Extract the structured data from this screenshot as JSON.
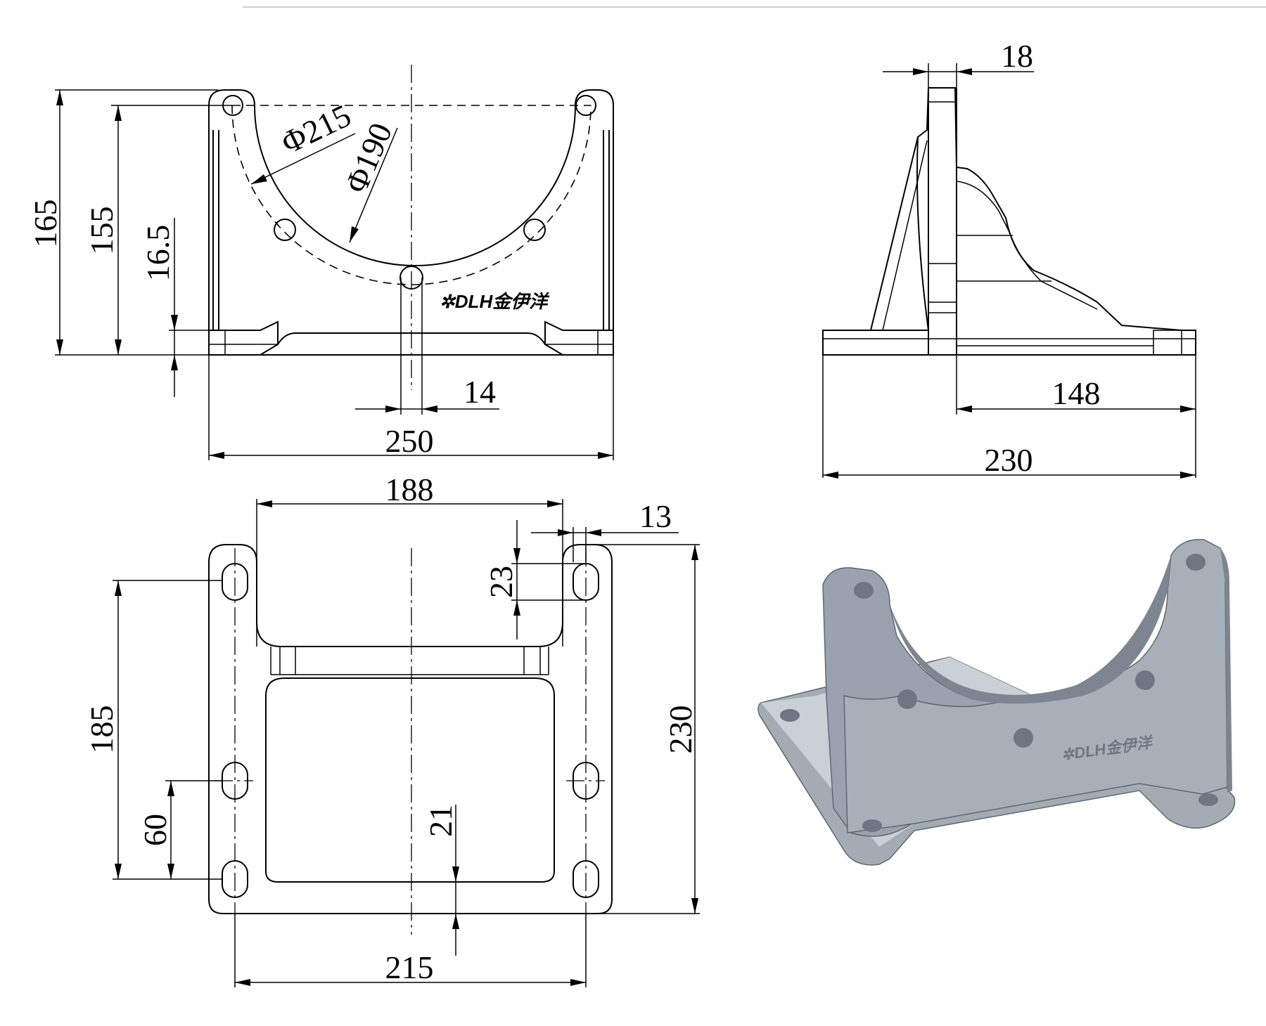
{
  "front_view": {
    "dim_overall_height": "165",
    "dim_hole_height": "155",
    "dim_base_thickness": "16.5",
    "dim_outer_circle": "Φ215",
    "dim_inner_arc": "Φ190",
    "dim_hole_offset": "14",
    "dim_width": "250",
    "logo_text": "✲DLH金伊洋"
  },
  "side_view": {
    "dim_flange_thickness": "18",
    "dim_rear_depth": "148",
    "dim_total_depth": "230"
  },
  "top_view": {
    "dim_cutout_width": "188",
    "dim_edge_offset": "13",
    "dim_slot_length": "23",
    "dim_slot_span": "185",
    "dim_slot_pitch": "60",
    "dim_plate_gap": "21",
    "dim_total_length": "230",
    "dim_slot_spacing": "215"
  },
  "iso_view": {
    "logo_text": "✲DLH金伊洋",
    "body_color": "#a3acb5",
    "shade_color": "#7d8690",
    "light_color": "#c9d0d6"
  }
}
